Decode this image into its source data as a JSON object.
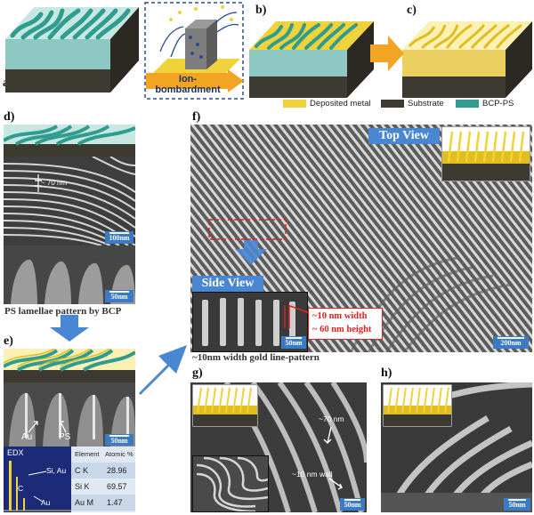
{
  "panels": {
    "a": "a)",
    "b": "b)",
    "c": "c)",
    "d": "d)",
    "e": "e)",
    "f": "f)",
    "g": "g)",
    "h": "h)"
  },
  "ion_label": "Ion-bombardment",
  "legend": {
    "metal": "Deposited metal",
    "substrate": "Substrate",
    "bcp": "BCP-PS"
  },
  "colors": {
    "metal": "#f0d23a",
    "substrate": "#3d3a32",
    "bcp": "#2f9c8f",
    "accent": "#4a87d2",
    "arrow_orange": "#f2a423"
  },
  "d_panel": {
    "spacing": "~ 70 nm",
    "scale_top": "100nm",
    "scale_bottom": "50nm",
    "caption": "PS lamellae pattern by BCP"
  },
  "e_panel": {
    "au": "Au",
    "ps": "PS",
    "scale": "50nm",
    "edx_title": "EDX",
    "edx_c": "C",
    "edx_si_au": "Si, Au",
    "edx_au": "Au",
    "table_header": [
      "Element",
      "Atomic %"
    ],
    "table_rows": [
      [
        "C K",
        "28.96"
      ],
      [
        "Si K",
        "69.57"
      ],
      [
        "Au M",
        "1.47"
      ]
    ]
  },
  "f_panel": {
    "top_view": "Top View",
    "side_view": "Side View",
    "width_note": "~10 nm width",
    "height_note": "~ 60 nm height",
    "inset_scale": "50nm",
    "scale": "200nm",
    "caption": "~10nm width gold line-pattern"
  },
  "g_panel": {
    "spacing": "~70 nm",
    "wall": "~10 nm wall",
    "scale": "50nm"
  },
  "h_panel": {
    "scale": "50nm"
  }
}
